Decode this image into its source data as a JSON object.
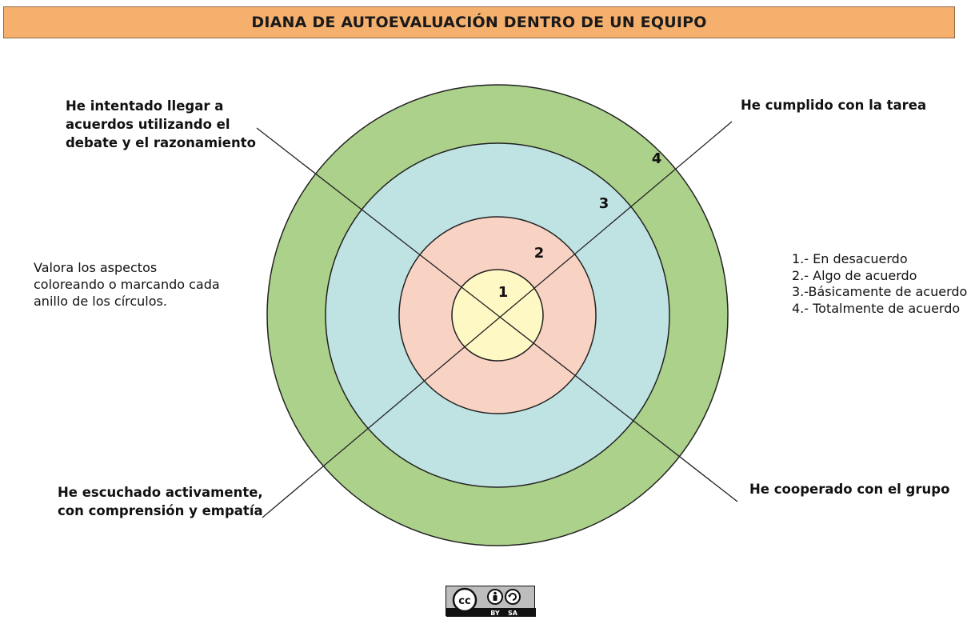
{
  "title": "DIANA DE AUTOEVALUACIÓN DENTRO DE UN EQUIPO",
  "aspects": {
    "top_left": [
      "He intentado llegar a",
      "acuerdos utilizando el",
      "debate y el razonamiento"
    ],
    "top_right": [
      "He cumplido con la tarea"
    ],
    "bottom_left": [
      "He escuchado activamente,",
      "con comprensión y empatía"
    ],
    "bottom_right": [
      "He cooperado con el grupo"
    ]
  },
  "instructions": [
    "Valora los aspectos",
    "coloreando o marcando cada",
    "anillo de los círculos."
  ],
  "legend": [
    "1.- En desacuerdo",
    "2.- Algo de acuerdo",
    "3.-Básicamente de acuerdo",
    "4.- Totalmente de acuerdo"
  ],
  "rings": [
    {
      "number": "1",
      "color": "#fef8c4"
    },
    {
      "number": "2",
      "color": "#f8d2c3"
    },
    {
      "number": "3",
      "color": "#bfe2e2"
    },
    {
      "number": "4",
      "color": "#acd18a"
    }
  ],
  "license": {
    "by": "BY",
    "sa": "SA"
  }
}
